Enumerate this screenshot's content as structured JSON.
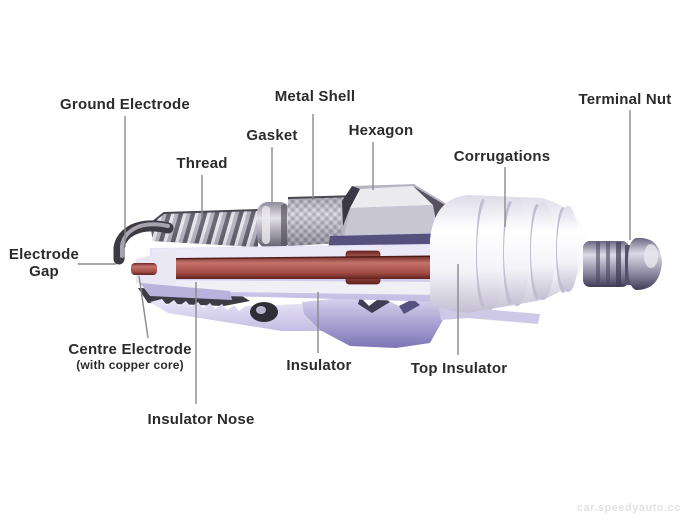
{
  "diagram": {
    "subject": "spark-plug-cutaway",
    "watermark": "car.speedyauto.cc",
    "labels": {
      "ground_electrode": "Ground Electrode",
      "thread": "Thread",
      "gasket": "Gasket",
      "metal_shell": "Metal Shell",
      "hexagon": "Hexagon",
      "corrugations": "Corrugations",
      "terminal_nut": "Terminal Nut",
      "electrode_gap_line1": "Electrode",
      "electrode_gap_line2": "Gap",
      "centre_electrode": "Centre Electrode",
      "centre_electrode_note": "(with copper core)",
      "insulator_nose": "Insulator Nose",
      "insulator": "Insulator",
      "top_insulator": "Top Insulator"
    },
    "colors": {
      "background": "#ffffff",
      "label_text": "#2b2b2b",
      "leader_line": "#8a8a8a",
      "electrode_red": "#b05a52",
      "insulator_lavender": "#cdc6ea",
      "porcelain_white": "#f5f4f9",
      "metal_gray": "#b7b4c2",
      "shell_dark": "#3d3b44",
      "hex_shadow_indigo": "#55507e"
    }
  }
}
